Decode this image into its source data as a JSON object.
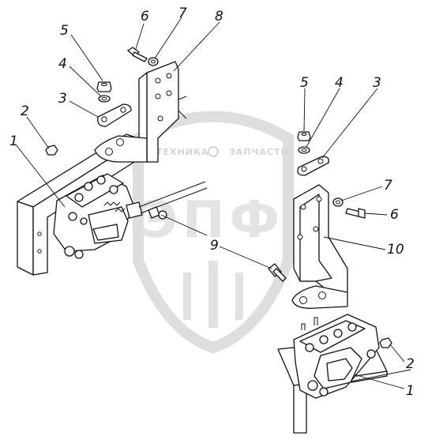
{
  "watermark": {
    "text_left": "ТЕХНИКА",
    "text_right": "ЗАПЧАСТИ",
    "big_text": "ЭПФ"
  },
  "callouts": [
    {
      "id": "c-1a",
      "label": "1"
    },
    {
      "id": "c-2a",
      "label": "2"
    },
    {
      "id": "c-3a",
      "label": "3"
    },
    {
      "id": "c-4a",
      "label": "4"
    },
    {
      "id": "c-5a",
      "label": "5"
    },
    {
      "id": "c-6a",
      "label": "6"
    },
    {
      "id": "c-7a",
      "label": "7"
    },
    {
      "id": "c-8",
      "label": "8"
    },
    {
      "id": "c-9",
      "label": "9"
    },
    {
      "id": "c-5b",
      "label": "5"
    },
    {
      "id": "c-4b",
      "label": "4"
    },
    {
      "id": "c-3b",
      "label": "3"
    },
    {
      "id": "c-7b",
      "label": "7"
    },
    {
      "id": "c-6b",
      "label": "6"
    },
    {
      "id": "c-10",
      "label": "10"
    },
    {
      "id": "c-2b",
      "label": "2"
    },
    {
      "id": "c-1b",
      "label": "1"
    }
  ],
  "colors": {
    "ink": "#111111",
    "watermark": "#d8d8d8",
    "background": "#ffffff"
  }
}
